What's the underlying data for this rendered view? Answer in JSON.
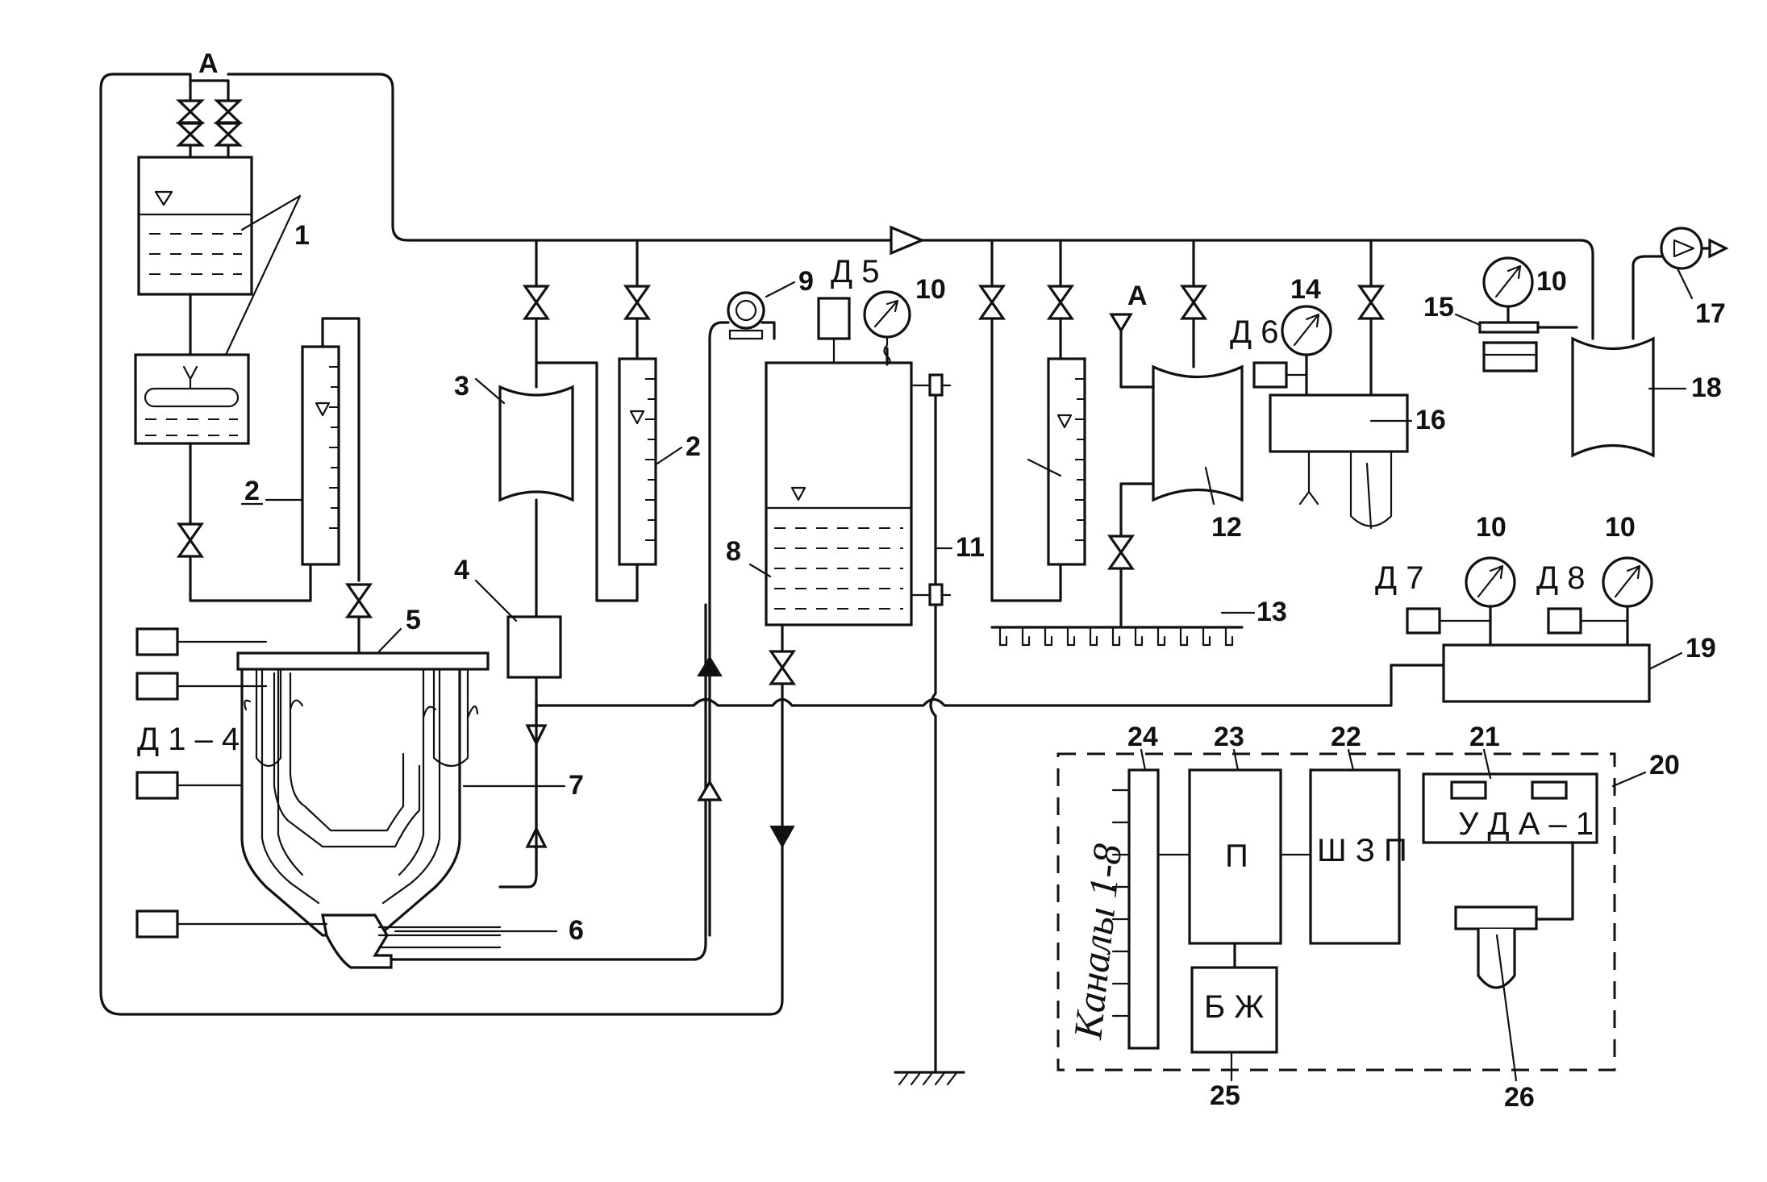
{
  "labels": {
    "n1": "1",
    "n2a": "2",
    "n2b": "2",
    "n3": "3",
    "n4": "4",
    "n5": "5",
    "n6": "6",
    "n7": "7",
    "n8": "8",
    "n9": "9",
    "n10a": "10",
    "n10b": "10",
    "n10c": "10",
    "n10d": "10",
    "n11": "11",
    "n12": "12",
    "n13": "13",
    "n14": "14",
    "n15": "15",
    "n16": "16",
    "n17": "17",
    "n18": "18",
    "n19": "19",
    "n20": "20",
    "n21": "21",
    "n22": "22",
    "n23": "23",
    "n24": "24",
    "n25": "25",
    "n26": "26",
    "d14": "Д 1 – 4",
    "d5": "Д 5",
    "d6": "Д 6",
    "d7": "Д 7",
    "d8": "Д 8",
    "a1": "А",
    "a2": "А",
    "blk_p": "П",
    "blk_shzp": "Ш З П",
    "blk_bzh": "Б Ж",
    "blk_uda": "У Д А – 1",
    "channels": "Каналы 1-8"
  }
}
